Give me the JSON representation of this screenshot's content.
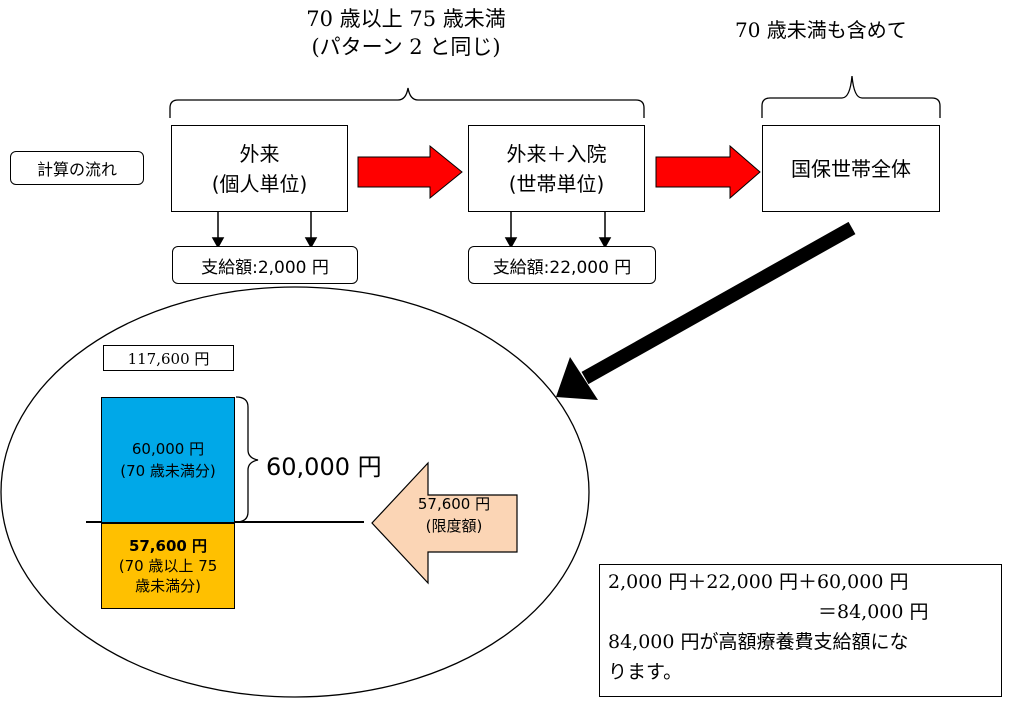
{
  "header": {
    "group1_line1": "70 歳以上 75 歳未満",
    "group1_line2": "(パターン 2 と同じ)",
    "group2": "70 歳未満も含めて"
  },
  "flow_label": "計算の流れ",
  "steps": [
    {
      "line1": "外来",
      "line2": "(個人単位)"
    },
    {
      "line1": "外来＋入院",
      "line2": "(世帯単位)"
    },
    {
      "line1": "国保世帯全体",
      "line2": ""
    }
  ],
  "payments": [
    {
      "label": "支給額:2,000 円"
    },
    {
      "label": "支給額:22,000 円"
    }
  ],
  "detail": {
    "total_label": "117,600 円",
    "under70_value": "60,000 円",
    "under70_note": "(70 歳未満分)",
    "over70_value": "57,600 円",
    "over70_note_1": "(70 歳以上 75",
    "over70_note_2": "歳未満分)",
    "brace_label": "60,000 円",
    "limit_value": "57,600 円",
    "limit_note": "(限度額)"
  },
  "summary": {
    "line1": "2,000 円＋22,000 円＋60,000 円",
    "line2": "＝84,000 円",
    "line3": "84,000 円が高額療養費支給額にな",
    "line4": "ります。"
  },
  "colors": {
    "red_arrow": "#ff0000",
    "blue_block": "#00a8e8",
    "orange_block": "#ffc000",
    "limit_arrow": "#fbd5b5"
  }
}
